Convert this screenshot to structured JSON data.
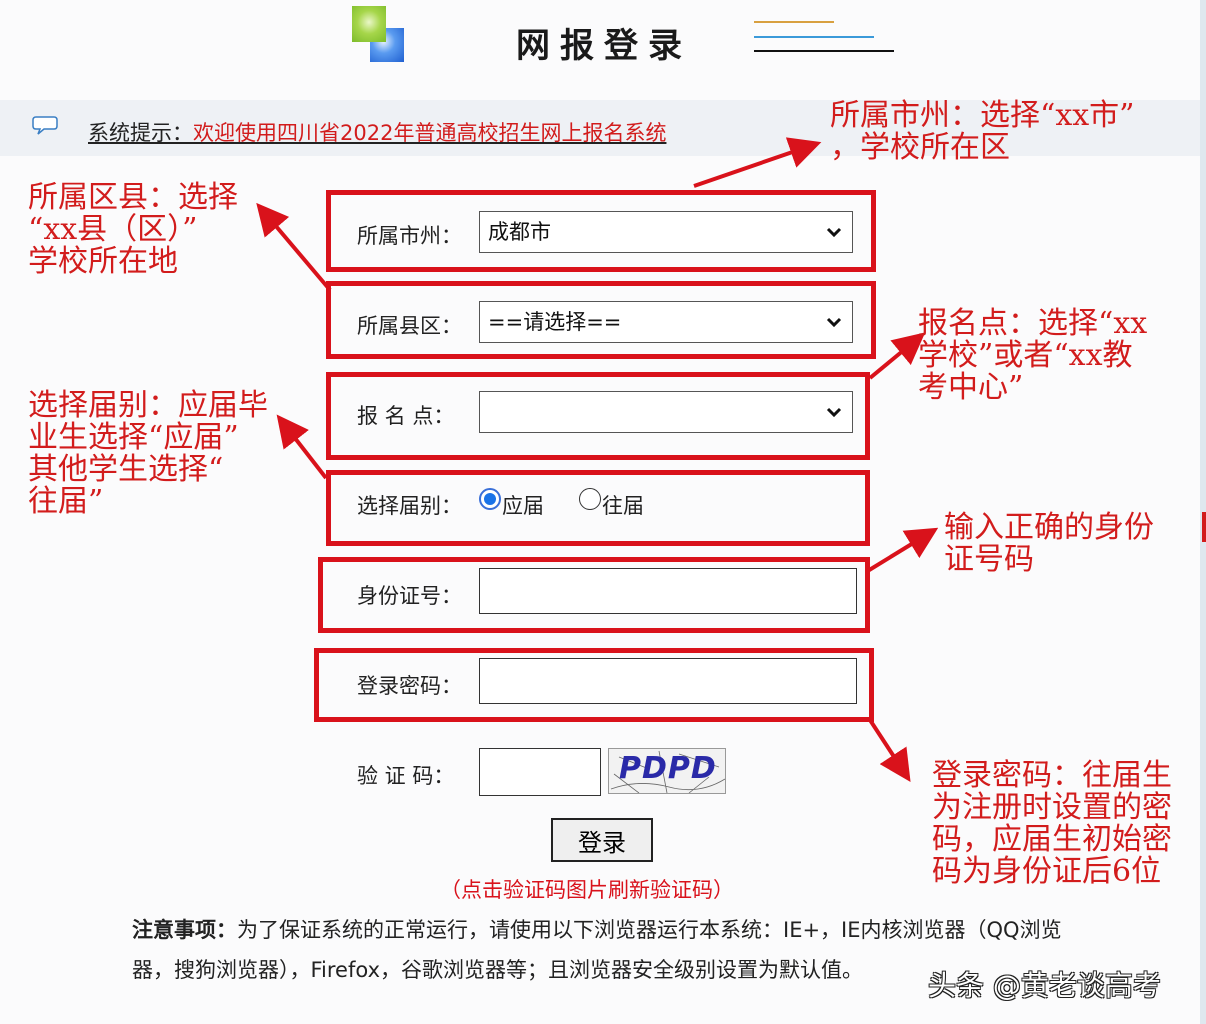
{
  "header": {
    "title": "网报登录",
    "deco_colors": [
      "#d8a040",
      "#3b9ad9",
      "#111111"
    ]
  },
  "notice": {
    "label": "系统提示：",
    "message": "欢迎使用四川省2022年普通高校招生网上报名系统"
  },
  "form": {
    "city": {
      "label": "所属市州：",
      "value": "成都市"
    },
    "district": {
      "label": "所属县区：",
      "value": "==请选择=="
    },
    "site": {
      "label": "报 名 点：",
      "value": ""
    },
    "grade": {
      "label": "选择届别：",
      "options": [
        "应届",
        "往届"
      ],
      "selected": "应届"
    },
    "id_number": {
      "label": "身份证号：",
      "value": ""
    },
    "password": {
      "label": "登录密码：",
      "value": ""
    },
    "captcha": {
      "label": "验 证 码：",
      "value": "",
      "image_text": "PDPD"
    },
    "login_button": "登录",
    "refresh_hint": "（点击验证码图片刷新验证码）"
  },
  "notes": {
    "title": "注意事项：",
    "text": "为了保证系统的正常运行，请使用以下浏览器运行本系统：IE+，IE内核浏览器（QQ浏览器，搜狗浏览器），Firefox，谷歌浏览器等；且浏览器安全级别设置为默认值。"
  },
  "annotations": {
    "city": [
      "所属市州：选择“xx市”",
      "，学校所在区"
    ],
    "district": [
      "所属区县：选择",
      "“xx县（区）”",
      "学校所在地"
    ],
    "site": [
      "报名点：选择“xx",
      "学校”或者“xx教",
      "考中心”"
    ],
    "grade": [
      "选择届别：应届毕",
      "业生选择“应届”",
      "其他学生选择“",
      "往届”"
    ],
    "id": [
      "输入正确的身份",
      "证号码"
    ],
    "password": [
      "登录密码：往届生",
      "为注册时设置的密",
      "码，应届生初始密",
      "码为身份证后6位"
    ]
  },
  "watermark": "头条 @黄老谈高考",
  "colors": {
    "annotation_red": "#d9121b",
    "notice_red": "#d21c1c",
    "radio_blue": "#1a73e8"
  }
}
